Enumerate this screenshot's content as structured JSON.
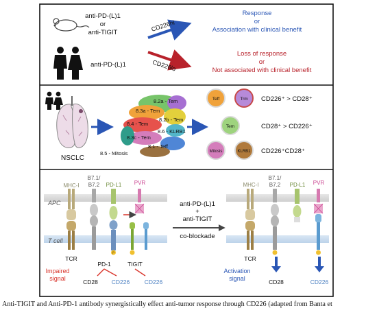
{
  "panel_a": {
    "mouse_drugs": [
      "anti-PD-(L)1",
      "or",
      "anti-TIGIT"
    ],
    "human_drug": "anti-PD-(L)1",
    "cd226_hi": "CD226hi",
    "cd226_lo": "CD226lo",
    "response": [
      "Response",
      "or",
      "Association with clinical benefit"
    ],
    "loss": [
      "Loss of response",
      "or",
      "Not associated with clinical benefit"
    ],
    "colors": {
      "blue": "#2a56b5",
      "red": "#b8222b"
    }
  },
  "panel_b": {
    "nsclc": "NSCLC",
    "clusters": [
      "8.2a - Tem",
      "8.3a - Tem",
      "8.2b - Tem",
      "8.4 - Tem",
      "8.6 - KLRB1",
      "8.3c - Tem",
      "8.1 - Teff",
      "8.5 - Mitosis"
    ],
    "circles": [
      "Teff",
      "Trm",
      "Tem",
      "Mitosis",
      "KLRB1"
    ],
    "ratios": [
      "CD226⁺ > CD28⁺",
      "CD28⁺ > CD226⁺",
      "CD226⁺CD28⁺"
    ]
  },
  "panel_c": {
    "apc": "APC",
    "tcell": "T cell",
    "mhc": "MHC-I",
    "b7": [
      "B7.1/",
      "B7.2"
    ],
    "pdl1": "PD-L1",
    "pvr": "PVR",
    "tcr": "TCR",
    "pd1": "PD-1",
    "tigit": "TIGIT",
    "cd28": "CD28",
    "cd226": "CD226",
    "impaired": [
      "Impaired",
      "signal"
    ],
    "activation": [
      "Activation",
      "signal"
    ],
    "center": [
      "anti-PD-(L)1",
      "+",
      "anti-TIGIT",
      "co-blockade"
    ]
  },
  "caption": "Anti-TIGIT and Anti-PD-1 antibody synergistically effect anti-tumor response through CD226 (adapted from Banta et"
}
